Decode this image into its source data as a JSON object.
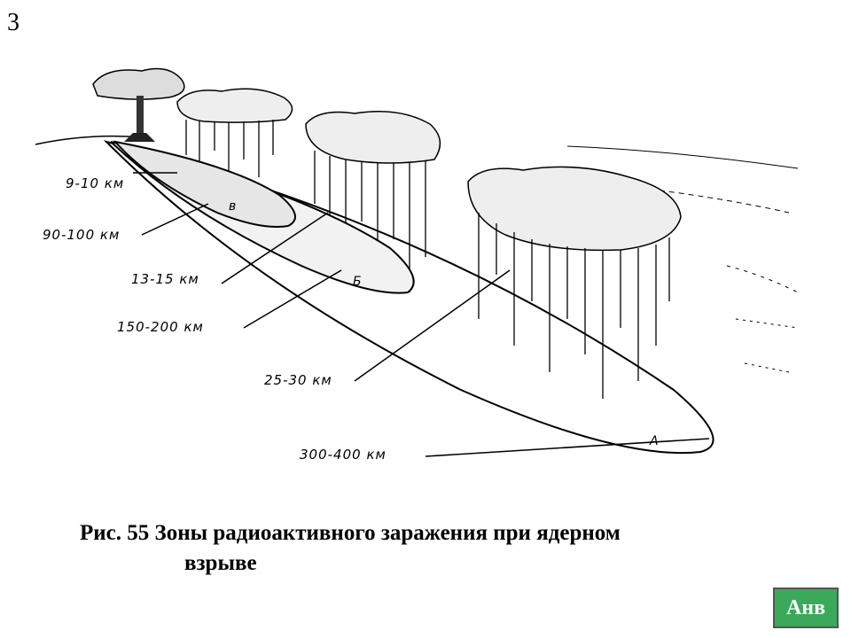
{
  "slide": {
    "number": "3"
  },
  "diagram": {
    "labels": {
      "l1": "9-10 км",
      "l2": "90-100 км",
      "l3": "13-15 км",
      "l4": "150-200 км",
      "l5": "25-30 км",
      "l6": "300-400 км"
    },
    "zones": {
      "inner": "в",
      "middle": "Б",
      "outer": "А"
    }
  },
  "caption": {
    "line1": "Рис. 55  Зоны радиоактивного заражения при ядерном",
    "line2": "взрыве"
  },
  "nav": {
    "button_label": "Анв",
    "button_color": "#3aaa5a"
  }
}
